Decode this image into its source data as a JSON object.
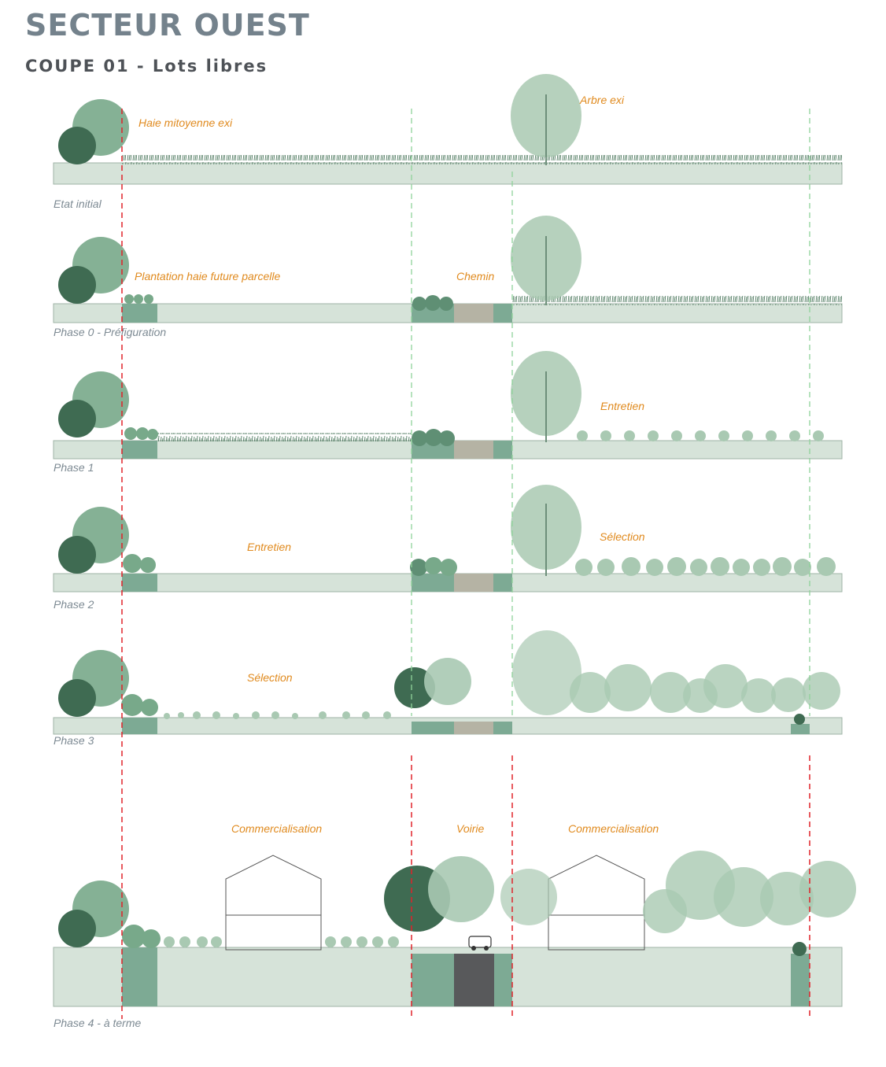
{
  "title": "SECTEUR OUEST",
  "subtitle": "COUPE 01 - Lots libres",
  "colors": {
    "ground": "#d6e3d9",
    "ground_edge": "#9fb3a6",
    "hedge_band": "#7daa94",
    "path": "#b5b3a4",
    "road": "#58595b",
    "tree_light": "#a9c9b2",
    "tree_mid": "#78a98a",
    "tree_dark": "#3f6b52",
    "annotation": "#e08a1e",
    "phase_label": "#7d8a93",
    "red_line": "#e0232a",
    "green_line": "#8fd29a"
  },
  "rows": [
    {
      "phase": "Etat initial",
      "notes": [
        "Haie mitoyenne exi",
        "Arbre exi"
      ]
    },
    {
      "phase": "Phase 0 - Préfiguration",
      "notes": [
        "Plantation haie future parcelle",
        "Chemin"
      ]
    },
    {
      "phase": "Phase 1",
      "notes": [
        "Entretien"
      ]
    },
    {
      "phase": "Phase 2",
      "notes": [
        "Entretien",
        "Sélection"
      ]
    },
    {
      "phase": "Phase 3",
      "notes": [
        "Sélection"
      ]
    },
    {
      "phase": "Phase 4 - à terme",
      "notes": [
        "Commercialisation",
        "Voirie",
        "Commercialisation"
      ]
    }
  ]
}
